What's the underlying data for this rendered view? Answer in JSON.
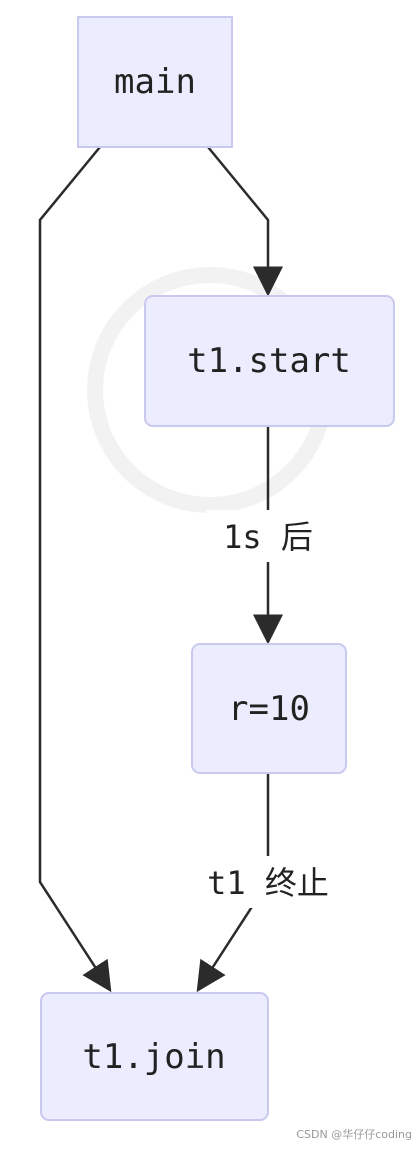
{
  "diagram": {
    "nodes": {
      "main": "main",
      "t1_start": "t1.start",
      "r10": "r=10",
      "t1_join": "t1.join"
    },
    "edges": {
      "start_to_r": "1s 后",
      "r_to_join": "t1 终止"
    }
  },
  "watermark": "CSDN @华仔仔coding"
}
